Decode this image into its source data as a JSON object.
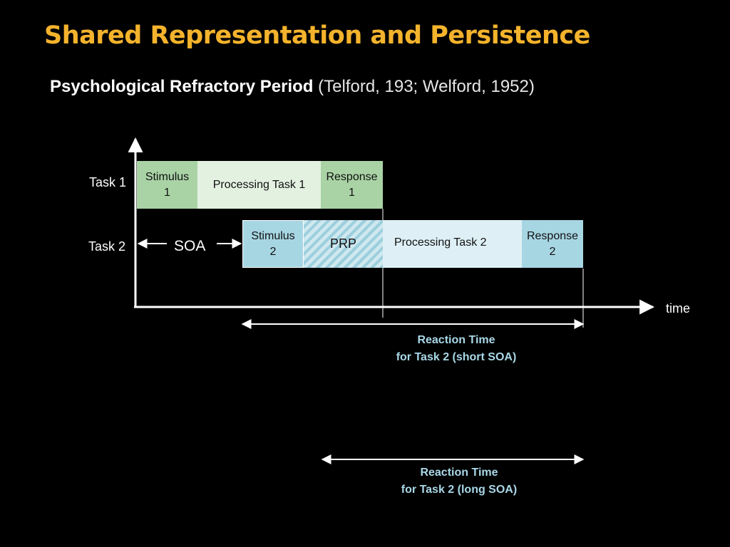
{
  "slide": {
    "title": "Shared Representation and Persistence",
    "subtitle_bold": "Psychological Refractory Period",
    "subtitle_cite": " (Telford, 193; Welford, 1952)"
  },
  "diagram": {
    "row_labels": {
      "task1": "Task 1",
      "task2": "Task 2"
    },
    "task1": {
      "stimulus": "Stimulus\n1",
      "processing": "Processing Task 1",
      "response": "Response\n1"
    },
    "task2": {
      "soa": "SOA",
      "stimulus": "Stimulus\n2",
      "prp": "PRP",
      "processing": "Processing Task 2",
      "response": "Response\n2"
    },
    "axis_label": "time",
    "reaction_short": "Reaction Time\nfor Task 2 (short SOA)",
    "reaction_long": "Reaction Time\nfor Task 2 (long SOA)"
  },
  "colors": {
    "title": "#f4b32c",
    "task1_dark": "#a9d3a5",
    "task1_light": "#e3f1e1",
    "task2_dark": "#a7d6e3",
    "task2_light": "#def0f5",
    "reaction_text": "#a9d8e8"
  }
}
